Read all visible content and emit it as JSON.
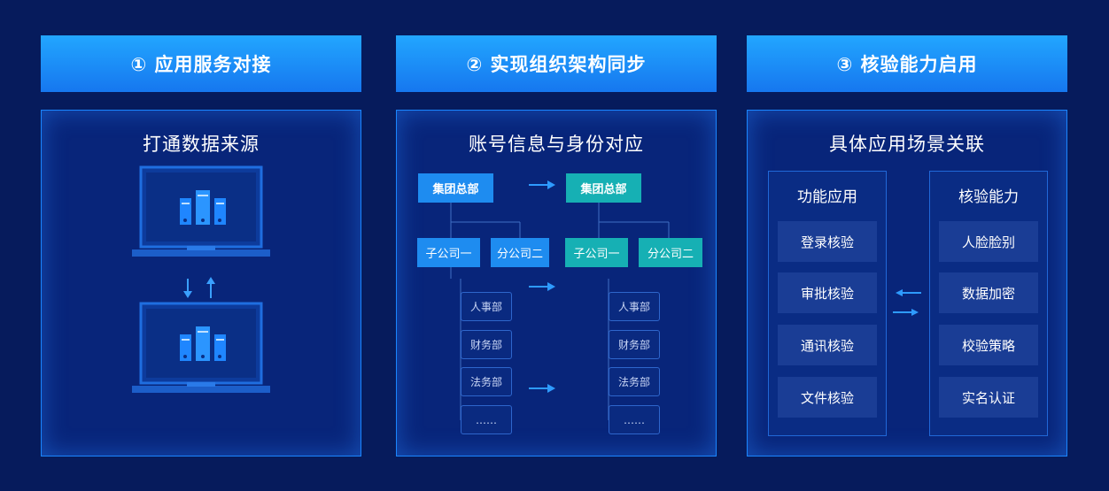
{
  "steps": [
    {
      "label": "① 应用服务对接",
      "panel_title": "打通数据来源"
    },
    {
      "label": "② 实现组织架构同步",
      "panel_title": "账号信息与身份对应"
    },
    {
      "label": "③ 核验能力启用",
      "panel_title": "具体应用场景关联"
    }
  ],
  "org": {
    "hq": "集团总部",
    "sub1": "子公司一",
    "sub2": "分公司二",
    "depts": [
      "人事部",
      "财务部",
      "法务部",
      "……"
    ]
  },
  "scenes": {
    "func_title": "功能应用",
    "func_items": [
      "登录核验",
      "审批核验",
      "通讯核验",
      "文件核验"
    ],
    "verify_title": "核验能力",
    "verify_items": [
      "人脸脸别",
      "数据加密",
      "校验策略",
      "实名认证"
    ]
  },
  "colors": {
    "background": "#061b5c",
    "header": "#1a8cff",
    "source_blue": "#1e8cf0",
    "target_teal": "#16b0b4"
  }
}
